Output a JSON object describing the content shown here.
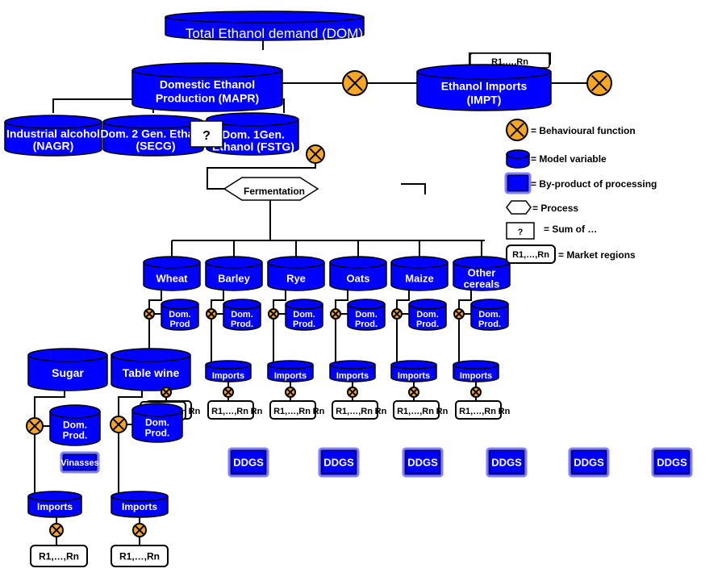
{
  "colors": {
    "node_fill": "#0000ff",
    "node_stroke": "#000000",
    "behaviour_fill": "#f5a623",
    "line": "#000000",
    "byproduct_edge": "#8080ff"
  },
  "top": {
    "total_demand": "Total Ethanol demand (DOM)",
    "domestic_production": [
      "Domestic Ethanol",
      "Production (MAPR)"
    ],
    "imports": [
      "Ethanol Imports",
      "(IMPT)"
    ],
    "hidden_label": "R1,…,Rn"
  },
  "production_split": {
    "industrial": [
      "Industrial alcohol",
      "(NAGR)"
    ],
    "second_gen": [
      "Dom. 2 Gen. Ethanol",
      "(SECG)"
    ],
    "sum_symbol": "?",
    "first_gen": [
      "Dom. 1Gen.",
      "Ethanol (FSTG)"
    ]
  },
  "process": {
    "fermentation": "Fermentation"
  },
  "cereals": [
    {
      "name": [
        "Wheat"
      ],
      "dom": [
        "Dom.",
        "Prod"
      ]
    },
    {
      "name": [
        "Barley"
      ],
      "dom": [
        "Dom.",
        "Prod."
      ]
    },
    {
      "name": [
        "Rye"
      ],
      "dom": [
        "Dom.",
        "Prod."
      ]
    },
    {
      "name": [
        "Oats"
      ],
      "dom": [
        "Dom.",
        "Prod."
      ]
    },
    {
      "name": [
        "Maize"
      ],
      "dom": [
        "Dom.",
        "Prod."
      ]
    },
    {
      "name": [
        "Other",
        "cereals"
      ],
      "dom": [
        "Dom.",
        "Prod."
      ]
    }
  ],
  "cereal_imports_label": "Imports",
  "cereal_regions_label": "R1,…,Rn",
  "cereal_regions_suffix": "Rn",
  "sugar_crops": [
    {
      "name": "Sugar",
      "dom": [
        "Dom.",
        "Prod."
      ],
      "byproduct": "Vinasses",
      "imports": "Imports",
      "regions": "R1,…,Rn"
    },
    {
      "name": "Table wine",
      "dom": [
        "Dom.",
        "Prod."
      ],
      "imports": "Imports",
      "regions": "R1,…,Rn",
      "region_suffix": "Rn"
    }
  ],
  "ddgs_label": "DDGS",
  "ddgs_count": 6,
  "legend": {
    "behavioural": "= Behavioural function",
    "model_variable": "= Model variable",
    "byproduct": "= By-product of processing",
    "process": "= Process",
    "sum_symbol": "?",
    "sum": "= Sum of …",
    "regions_box": "R1,…,Rn",
    "regions": "= Market regions"
  }
}
